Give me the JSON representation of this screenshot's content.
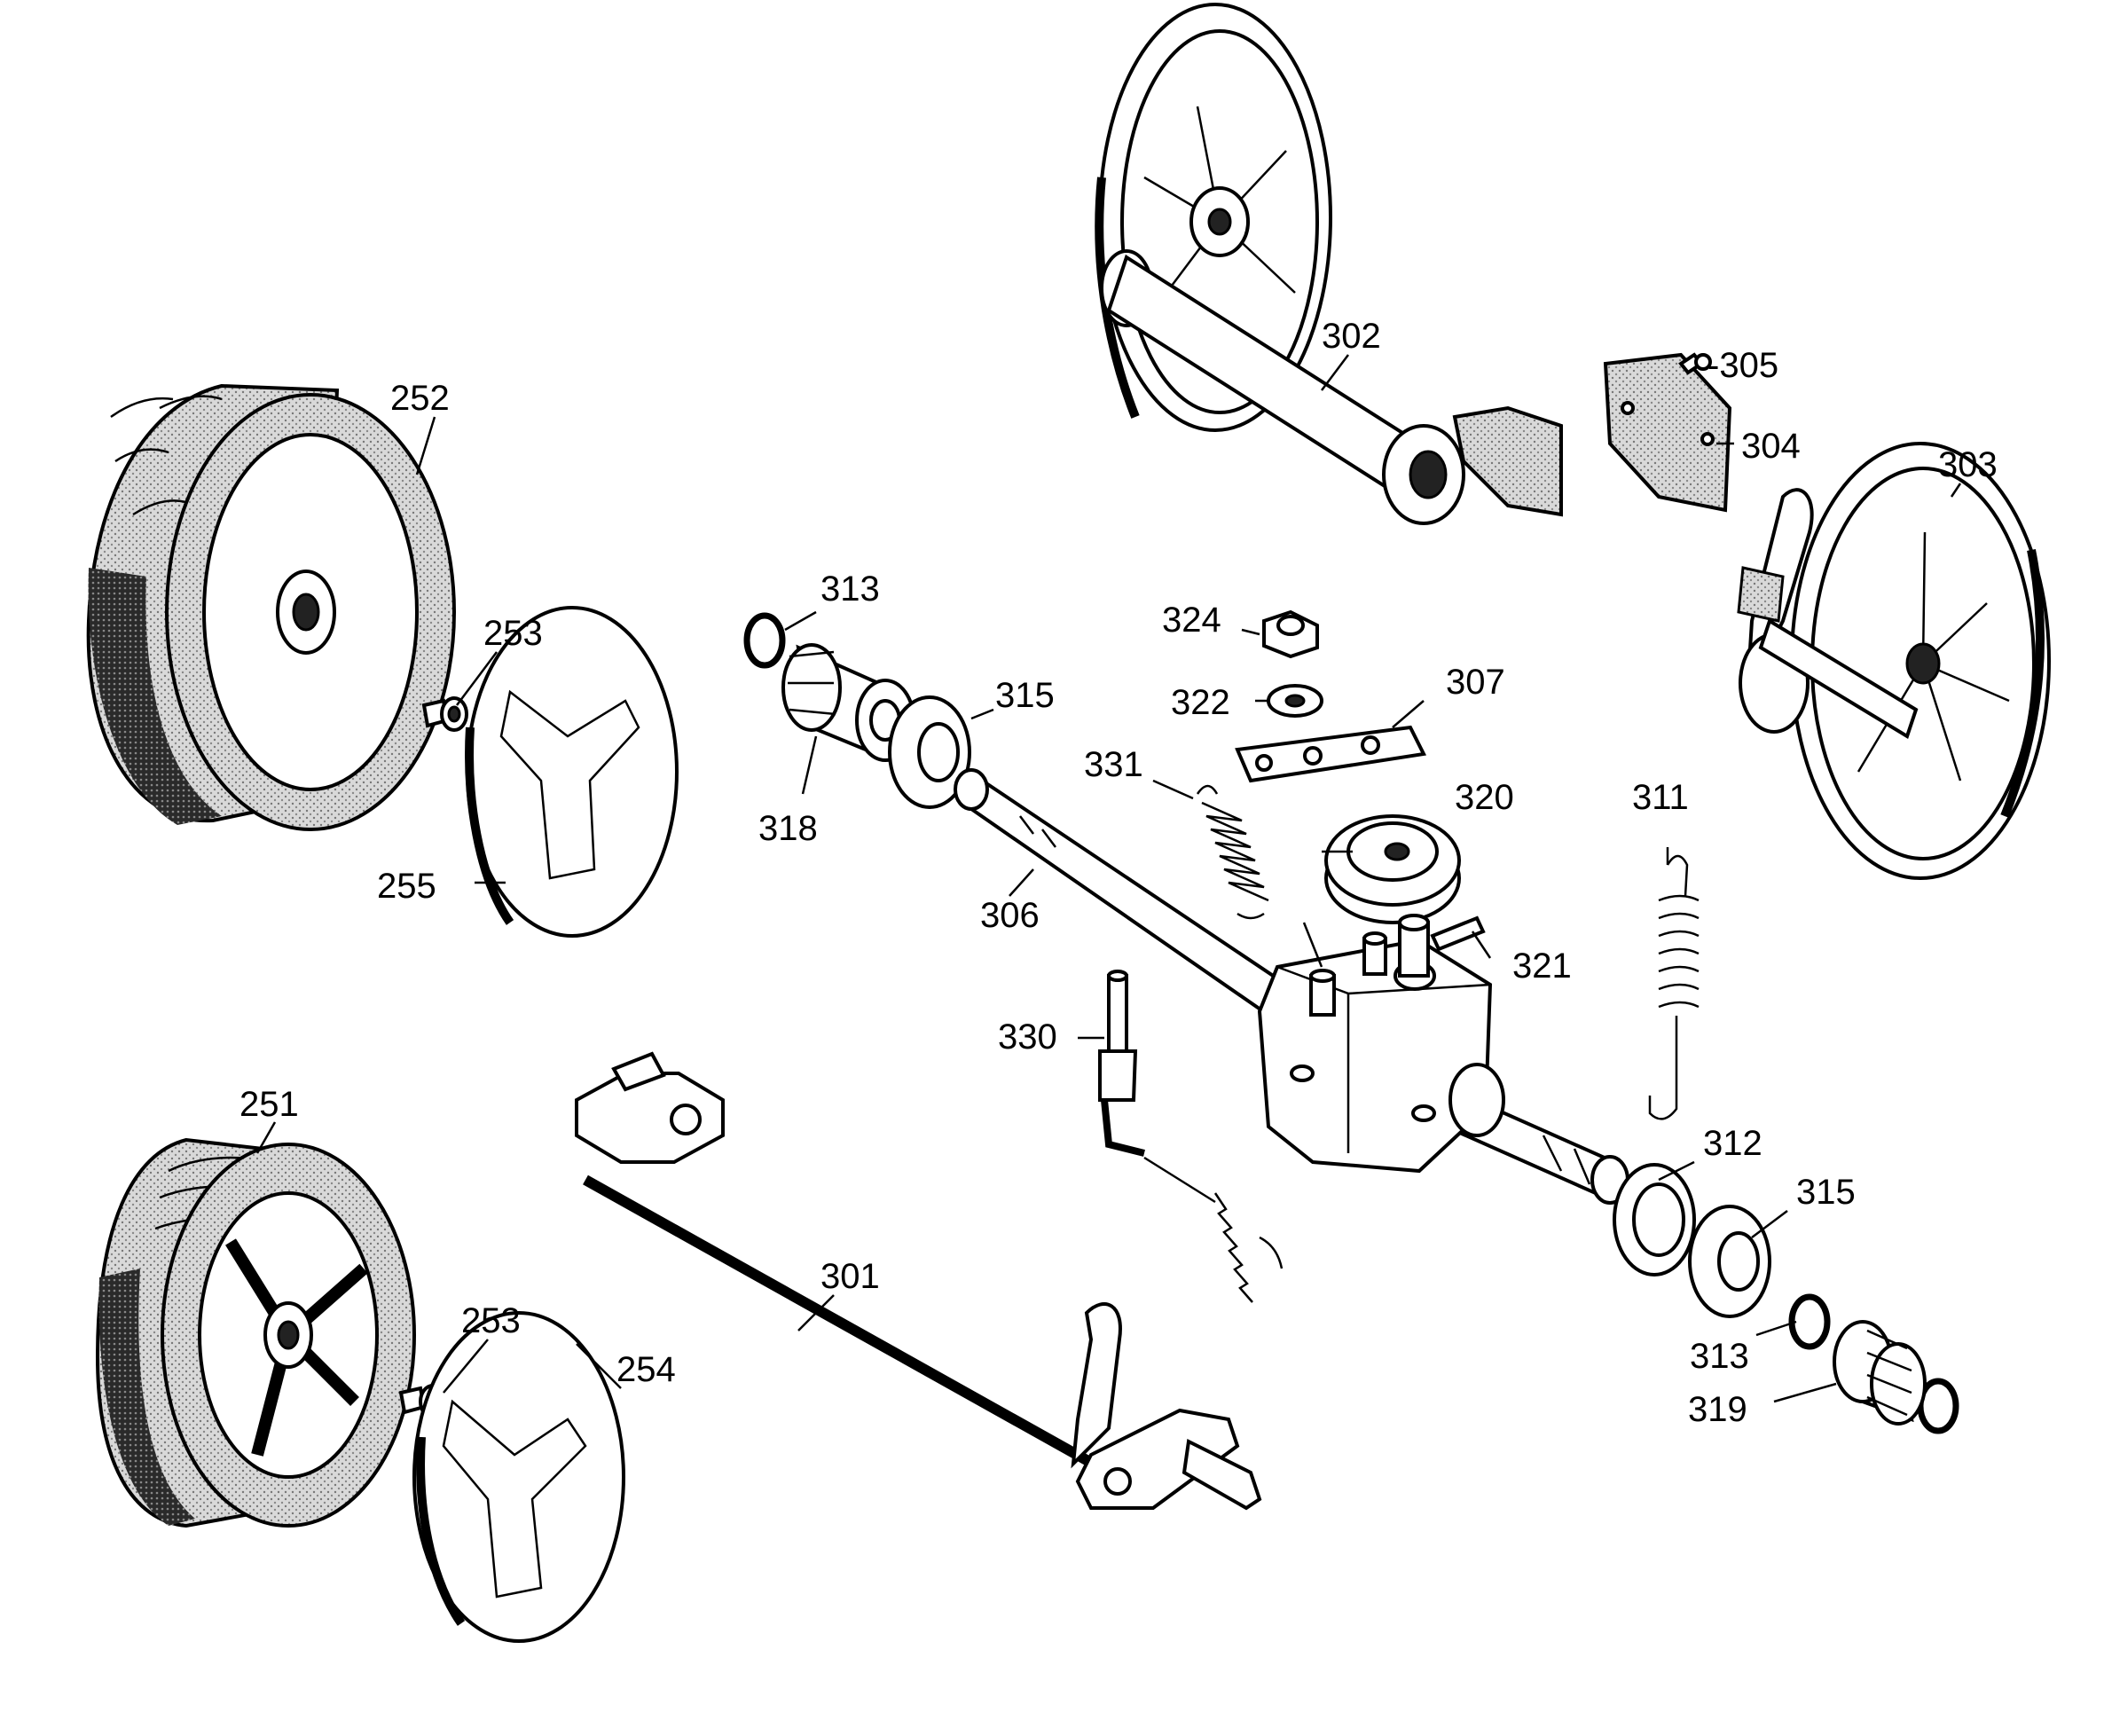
{
  "parts": [
    {
      "id": "p252",
      "number": "252"
    },
    {
      "id": "p253a",
      "number": "253"
    },
    {
      "id": "p255",
      "number": "255"
    },
    {
      "id": "p251",
      "number": "251"
    },
    {
      "id": "p253b",
      "number": "253"
    },
    {
      "id": "p254",
      "number": "254"
    },
    {
      "id": "p301",
      "number": "301"
    },
    {
      "id": "p302",
      "number": "302"
    },
    {
      "id": "p303",
      "number": "303"
    },
    {
      "id": "p304",
      "number": "304"
    },
    {
      "id": "p305",
      "number": "305"
    },
    {
      "id": "p306",
      "number": "306"
    },
    {
      "id": "p307",
      "number": "307"
    },
    {
      "id": "p311",
      "number": "311"
    },
    {
      "id": "p312",
      "number": "312"
    },
    {
      "id": "p313a",
      "number": "313"
    },
    {
      "id": "p313b",
      "number": "313"
    },
    {
      "id": "p315a",
      "number": "315"
    },
    {
      "id": "p315b",
      "number": "315"
    },
    {
      "id": "p318",
      "number": "318"
    },
    {
      "id": "p319",
      "number": "319"
    },
    {
      "id": "p320",
      "number": "320"
    },
    {
      "id": "p321",
      "number": "321"
    },
    {
      "id": "p322",
      "number": "322"
    },
    {
      "id": "p324",
      "number": "324"
    },
    {
      "id": "p330",
      "number": "330"
    },
    {
      "id": "p331",
      "number": "331"
    }
  ]
}
